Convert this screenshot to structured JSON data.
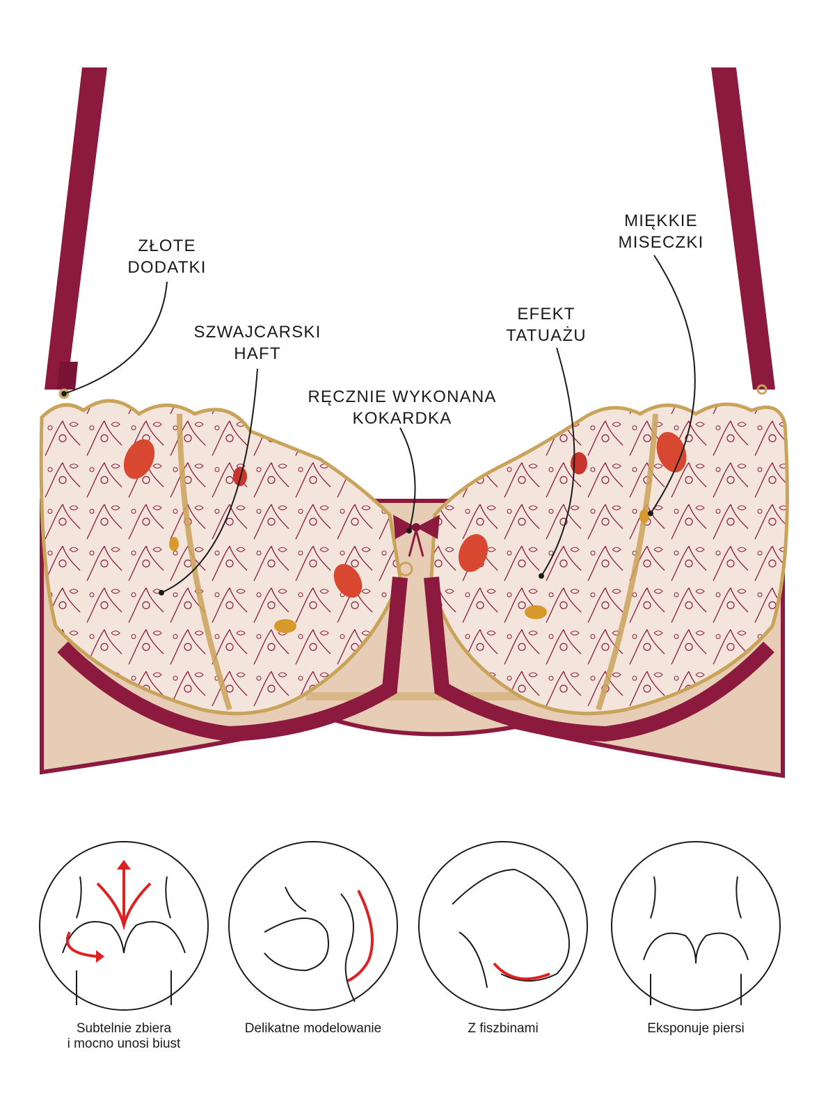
{
  "callouts": {
    "gold_accents": {
      "line1": "ZŁOTE",
      "line2": "DODATKI"
    },
    "swiss_embroidery": {
      "line1": "SZWAJCARSKI",
      "line2": "HAFT"
    },
    "handmade_bow": {
      "line1": "RĘCZNIE WYKONANA",
      "line2": "KOKARDKA"
    },
    "tattoo_effect": {
      "line1": "EFEKT",
      "line2": "TATUAŻU"
    },
    "soft_cups": {
      "line1": "MIĘKKIE",
      "line2": "MISECZKI"
    }
  },
  "features": [
    {
      "line1": "Subtelnie zbiera",
      "line2": "i mocno unosi biust"
    },
    {
      "line1": "Delikatne modelowanie",
      "line2": ""
    },
    {
      "line1": "Z fiszbinami",
      "line2": ""
    },
    {
      "line1": "Eksponuje piersi",
      "line2": ""
    }
  ],
  "colors": {
    "burgundy": "#8c1a3f",
    "mesh": "#ecd9c6",
    "gold": "#c9a35a",
    "accent_red": "#e02020",
    "ink": "#1a1a1a"
  }
}
